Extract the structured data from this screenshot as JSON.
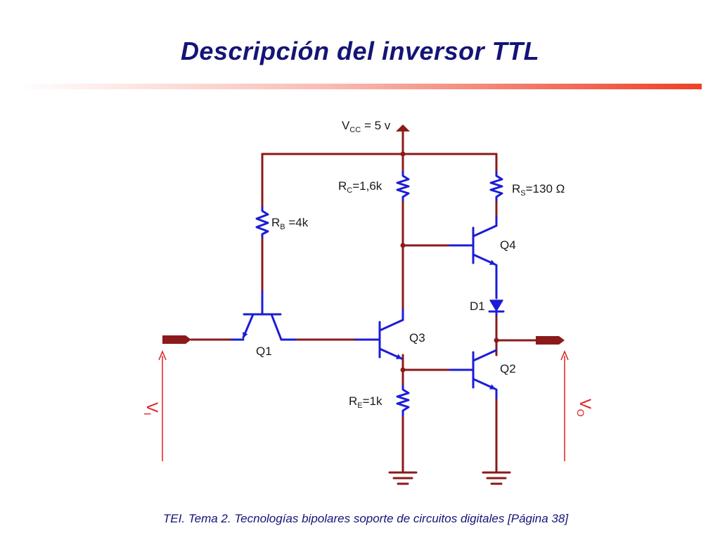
{
  "slide": {
    "title": "Descripción del inversor TTL",
    "footer": "TEI. Tema 2. Tecnologías bipolares soporte de circuitos digitales [Página 38]"
  },
  "circuit": {
    "supply": {
      "main": "V",
      "sub": "CC",
      "rest": " = 5 v"
    },
    "rc": {
      "main": "R",
      "sub": "C",
      "rest": "=1,6k"
    },
    "rs": {
      "main": "R",
      "sub": "S",
      "rest": "=130 Ω"
    },
    "rb": {
      "main": "R",
      "sub": "B",
      "rest": " =4k"
    },
    "re": {
      "main": "R",
      "sub": "E",
      "rest": "=1k"
    },
    "q1": "Q1",
    "q2": "Q2",
    "q3": "Q3",
    "q4": "Q4",
    "d1": "D1",
    "vi": {
      "main": "V",
      "sub": "I"
    },
    "vo": {
      "main": "V",
      "sub": "O"
    }
  },
  "colors": {
    "wire": "#8b1a1a",
    "component": "#1c1cd8",
    "arrow": "#e02020",
    "title": "#141478"
  }
}
